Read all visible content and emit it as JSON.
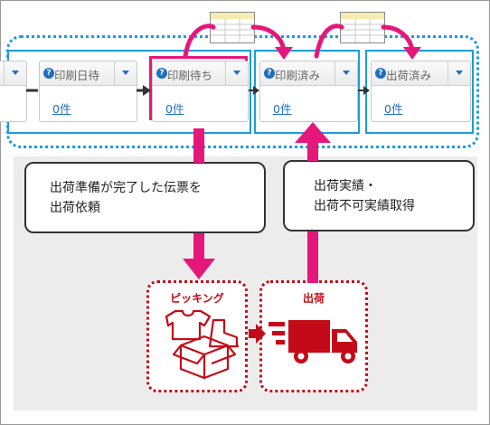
{
  "status_cards": [
    {
      "label": "",
      "count": ""
    },
    {
      "label": "印刷日待",
      "count": "0件"
    },
    {
      "label": "印刷待ち",
      "count": "0件"
    },
    {
      "label": "印刷済み",
      "count": "0件"
    },
    {
      "label": "出荷済み",
      "count": "0件"
    }
  ],
  "callouts": {
    "shipping_request": [
      "出荷準備が完了した伝票を",
      "出荷依頼"
    ],
    "shipping_results": [
      "出荷実績・",
      "出荷不可実績取得"
    ]
  },
  "groups": {
    "picking": "ピッキング",
    "shipping": "出荷"
  },
  "colors": {
    "accent_blue": "#1a9be0",
    "accent_pink": "#e6177a",
    "accent_red": "#c40a18",
    "link_blue": "#1e6fc4"
  },
  "icons": [
    "question-icon",
    "dropdown-icon",
    "document-icon",
    "clothes-icon",
    "boot-icon",
    "box-icon",
    "truck-icon"
  ]
}
